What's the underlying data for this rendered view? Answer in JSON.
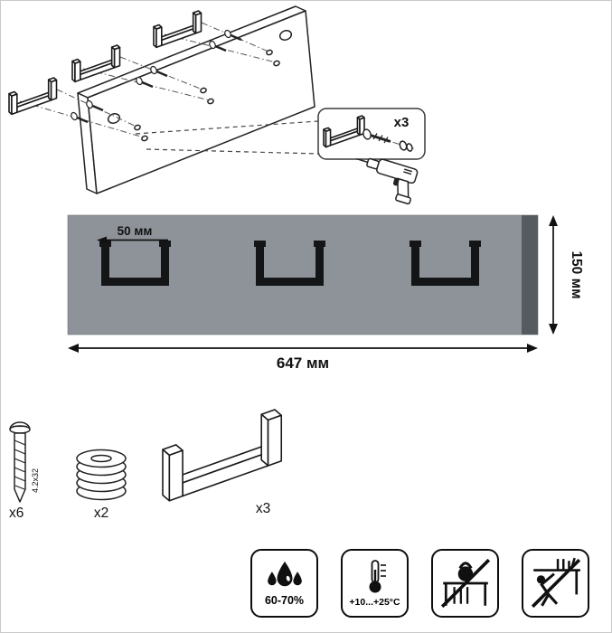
{
  "assembly": {
    "callout_count": "x3"
  },
  "product": {
    "hook_offset": "50 мм",
    "height": "150 мм",
    "width": "647 мм"
  },
  "parts": {
    "screw_count": "x6",
    "screw_size": "4.2x32",
    "washer_count": "x2",
    "hook_count": "x3"
  },
  "care": {
    "humidity": "60-70%",
    "temperature": "+10...+25°C"
  },
  "colors": {
    "panel": "#8e9399",
    "panel_edge": "#565b60",
    "hook": "#141517",
    "outline": "#1a1a1a"
  }
}
